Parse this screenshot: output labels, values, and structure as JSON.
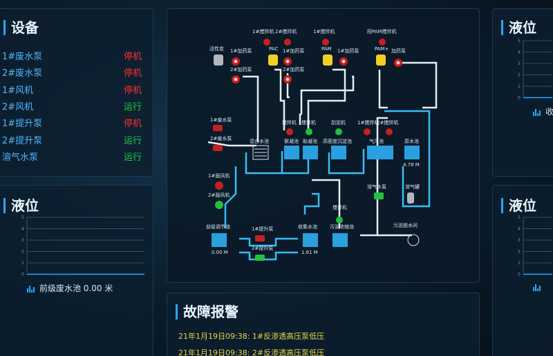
{
  "devices_panel": {
    "title": "设备",
    "items": [
      {
        "name": "1#废水泵",
        "status": "停机",
        "status_color": "#ff3030"
      },
      {
        "name": "2#废水泵",
        "status": "停机",
        "status_color": "#ff3030"
      },
      {
        "name": "1#风机",
        "status": "停机",
        "status_color": "#ff3030"
      },
      {
        "name": "2#风机",
        "status": "运行",
        "status_color": "#20d040"
      },
      {
        "name": "1#提升泵",
        "status": "停机",
        "status_color": "#ff3030"
      },
      {
        "name": "2#提升泵",
        "status": "运行",
        "status_color": "#20d040"
      },
      {
        "name": "溶气水泵",
        "status": "运行",
        "status_color": "#20d040"
      }
    ]
  },
  "left_level_panel": {
    "title": "液位",
    "y_ticks": [
      "5",
      "4",
      "3",
      "2",
      "1",
      "0"
    ],
    "legend": "前级废水池 0.00 米"
  },
  "right_level_panel_top": {
    "title": "液位",
    "y_ticks": [
      "5",
      "4",
      "3",
      "2",
      "1",
      "0"
    ],
    "legend": "收"
  },
  "right_level_panel_bottom": {
    "title": "液位",
    "y_ticks": [
      "5",
      "4",
      "3",
      "2",
      "1",
      "0"
    ]
  },
  "diagram": {
    "top_labels": [
      "1#搅拌机",
      "2#搅拌机",
      "1#搅拌机",
      "阳PAM搅拌机"
    ],
    "chemicals": [
      "活性炭",
      "PAC",
      "PAM",
      "PAM+"
    ],
    "dosing_pumps": [
      "1#加药泵",
      "2#加药泵",
      "1#加药泵",
      "2#加药泵",
      "1#加药泵",
      "加药泵"
    ],
    "mixers_mid": [
      "搅拌机",
      "搅拌机",
      "刮泥机",
      "1#搅拌机",
      "2#搅拌机"
    ],
    "pumps_left": [
      "1#废水泵",
      "2#废水泵"
    ],
    "fans": [
      "1#鼓风机",
      "2#鼓风机"
    ],
    "tanks": {
      "mix_tank": "混合水池",
      "coag_tank": "絮凝池",
      "aid_tank": "助凝池",
      "sediment_tank": "高密度沉淀池",
      "aeration_tank": "气浮池",
      "clear_tank": "原水池",
      "clear_level": "4.78 M",
      "pre_tank": "前级调节池",
      "pre_level": "0.00 M",
      "collect_tank": "收集水池",
      "collect_level": "1.61 M",
      "sludge_tank": "污泥浓缩池",
      "sludge_mixer": "搅拌机",
      "filter_press": "污泥脱水间"
    },
    "lift_pumps": [
      "1#提升泵",
      "2#提升泵"
    ],
    "dissolved_pump": "溶气水泵",
    "dissolved_tank": "溶气罐"
  },
  "alarm_panel": {
    "title": "故障报警",
    "rows": [
      {
        "time": "21年1月19日09:38:",
        "msg": "1#反渗透高压泵低压"
      },
      {
        "time": "21年1月19日09:38:",
        "msg": "2#反渗透高压泵低压"
      }
    ]
  },
  "colors": {
    "accent": "#2aa8ff",
    "pipe": "#e8eef4",
    "water": "#38bdf8",
    "stop": "#ff3030",
    "run": "#20d040",
    "chemical": "#f0d020",
    "alarm_text": "#e8d44a"
  }
}
